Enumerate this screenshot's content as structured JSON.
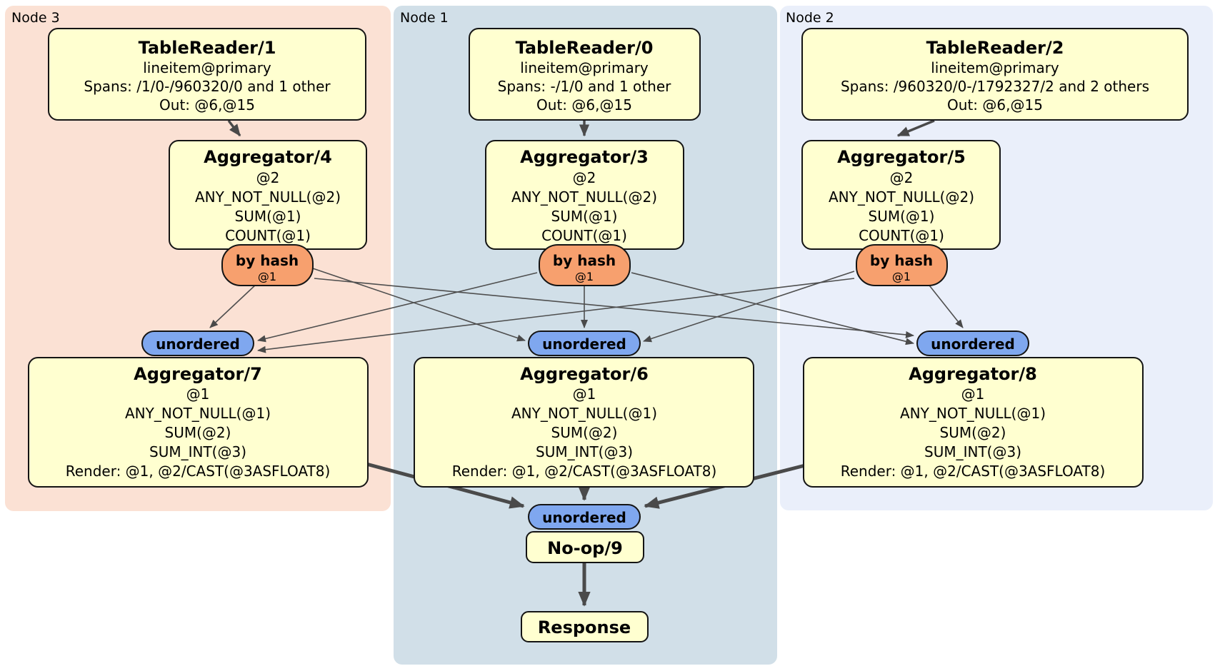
{
  "panels": [
    {
      "label": "Node 3"
    },
    {
      "label": "Node 1"
    },
    {
      "label": "Node 2"
    }
  ],
  "routers": {
    "by_hash": {
      "label": "by hash",
      "detail": "@1"
    },
    "unordered": {
      "label": "unordered"
    }
  },
  "processors": {
    "tablereader1": {
      "title": "TableReader/1",
      "lines": [
        "lineitem@primary",
        "Spans: /1/0-/960320/0 and 1 other",
        "Out: @6,@15"
      ]
    },
    "tablereader0": {
      "title": "TableReader/0",
      "lines": [
        "lineitem@primary",
        "Spans: -/1/0 and 1 other",
        "Out: @6,@15"
      ]
    },
    "tablereader2": {
      "title": "TableReader/2",
      "lines": [
        "lineitem@primary",
        "Spans: /960320/0-/1792327/2 and 2 others",
        "Out: @6,@15"
      ]
    },
    "aggregator4": {
      "title": "Aggregator/4",
      "lines": [
        "@2",
        "ANY_NOT_NULL(@2)",
        "SUM(@1)",
        "COUNT(@1)"
      ]
    },
    "aggregator3": {
      "title": "Aggregator/3",
      "lines": [
        "@2",
        "ANY_NOT_NULL(@2)",
        "SUM(@1)",
        "COUNT(@1)"
      ]
    },
    "aggregator5": {
      "title": "Aggregator/5",
      "lines": [
        "@2",
        "ANY_NOT_NULL(@2)",
        "SUM(@1)",
        "COUNT(@1)"
      ]
    },
    "aggregator7": {
      "title": "Aggregator/7",
      "lines": [
        "@1",
        "ANY_NOT_NULL(@1)",
        "SUM(@2)",
        "SUM_INT(@3)",
        "Render: @1, @2/CAST(@3ASFLOAT8)"
      ]
    },
    "aggregator6": {
      "title": "Aggregator/6",
      "lines": [
        "@1",
        "ANY_NOT_NULL(@1)",
        "SUM(@2)",
        "SUM_INT(@3)",
        "Render: @1, @2/CAST(@3ASFLOAT8)"
      ]
    },
    "aggregator8": {
      "title": "Aggregator/8",
      "lines": [
        "@1",
        "ANY_NOT_NULL(@1)",
        "SUM(@2)",
        "SUM_INT(@3)",
        "Render: @1, @2/CAST(@3ASFLOAT8)"
      ]
    },
    "noop9": {
      "title": "No-op/9"
    },
    "response": {
      "title": "Response"
    }
  },
  "colors": {
    "node3_bg": "#fbe1d4",
    "node1_bg": "#d1dfe8",
    "node2_bg": "#eaeffa",
    "processor_fill": "#ffffd0",
    "hash_router_fill": "#f7a06e",
    "unordered_fill": "#7fa7ef",
    "edge": "#4a4a4a"
  }
}
